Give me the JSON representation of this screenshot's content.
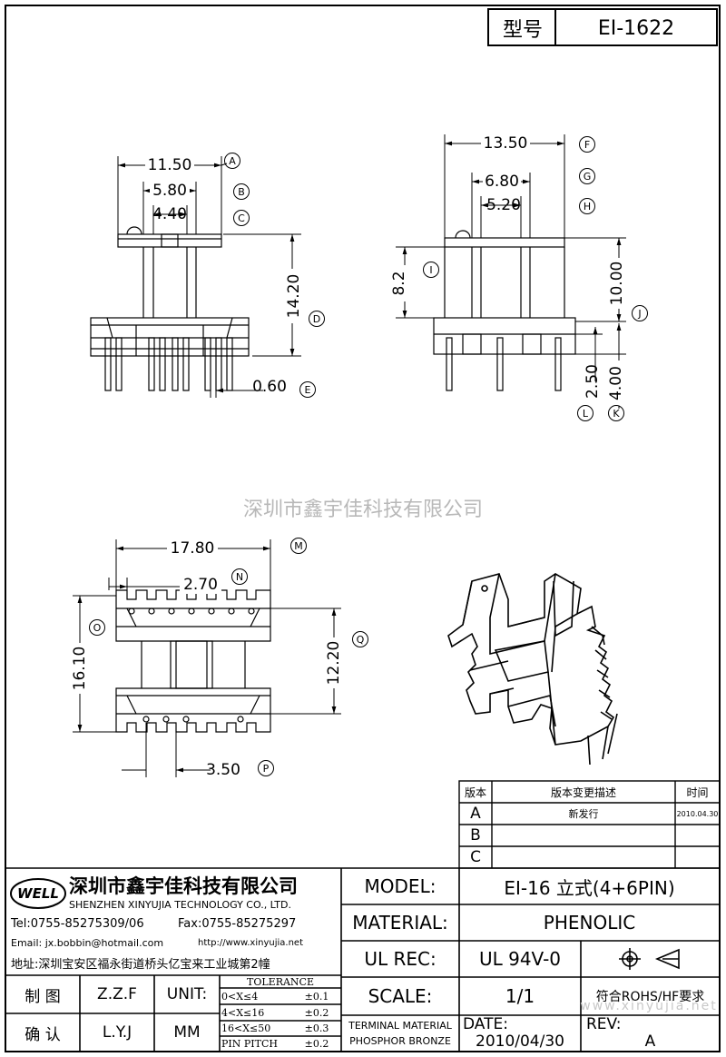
{
  "header": {
    "label": "型号",
    "model_code": "EI-1622"
  },
  "watermark": "深圳市鑫宇佳科技有限公司",
  "site_watermark": "www.xinyujia.net",
  "dims": {
    "A": {
      "value": "11.50",
      "letter": "A"
    },
    "B": {
      "value": "5.80",
      "letter": "B"
    },
    "C": {
      "value": "4.40",
      "letter": "C"
    },
    "D": {
      "value": "14.20",
      "letter": "D"
    },
    "E": {
      "value": "0.60",
      "letter": "E"
    },
    "F": {
      "value": "13.50",
      "letter": "F"
    },
    "G": {
      "value": "6.80",
      "letter": "G"
    },
    "H": {
      "value": "5.20",
      "letter": "H"
    },
    "I": {
      "value": "8.2",
      "letter": "I"
    },
    "J": {
      "value": "10.00",
      "letter": "J"
    },
    "K": {
      "value": "4.00",
      "letter": "K"
    },
    "L": {
      "value": "2.50",
      "letter": "L"
    },
    "M": {
      "value": "17.80",
      "letter": "M"
    },
    "N": {
      "value": "2.70",
      "letter": "N"
    },
    "O": {
      "value": "16.10",
      "letter": "O"
    },
    "P": {
      "value": "3.50",
      "letter": "P"
    },
    "Q": {
      "value": "12.20",
      "letter": "Q"
    }
  },
  "revision_table": {
    "headers": [
      "版本",
      "版本变更描述",
      "时间"
    ],
    "rows": [
      {
        "rev": "A",
        "desc": "新发行",
        "date": "2010.04.30"
      },
      {
        "rev": "B",
        "desc": "",
        "date": ""
      },
      {
        "rev": "C",
        "desc": "",
        "date": ""
      }
    ]
  },
  "company": {
    "logo_text": "WELL",
    "name_cn": "深圳市鑫宇佳科技有限公司",
    "name_en": "SHENZHEN XINYUJIA TECHNOLOGY CO., LTD.",
    "tel": "Tel:0755-85275309/06",
    "fax": "Fax:0755-85275297",
    "email": "Email: jx.bobbin@hotmail.com",
    "web": "http://www.xinyujia.net",
    "address": "地址:深圳宝安区福永街道桥头亿宝来工业城第2幢"
  },
  "title_block": {
    "model_label": "MODEL:",
    "model_value": "EI-16 立式(4+6PIN)",
    "material_label": "MATERIAL:",
    "material_value": "PHENOLIC",
    "ulrec_label": "UL REC:",
    "ulrec_value": "UL 94V-0",
    "scale_label": "SCALE:",
    "scale_value": "1/1",
    "rohs": "符合ROHS/HF要求",
    "terminal_line1": "TERMINAL MATERIAL",
    "terminal_line2": "PHOSPHOR BRONZE",
    "date_label": "DATE:",
    "date_value": "2010/04/30",
    "rev_label": "REV:",
    "rev_value": "A",
    "drawn_label": "制 图",
    "drawn_value": "Z.Z.F",
    "checked_label": "确 认",
    "checked_value": "L.Y.J",
    "unit_label": "UNIT:",
    "unit_value": "MM",
    "tolerance_title": "TOLERANCE",
    "tolerances": [
      {
        "range": "0<X≤4",
        "tol": "±0.1"
      },
      {
        "range": "4<X≤16",
        "tol": "±0.2"
      },
      {
        "range": "16<X≤50",
        "tol": "±0.3"
      },
      {
        "range": "PIN PITCH",
        "tol": "±0.2"
      }
    ]
  }
}
